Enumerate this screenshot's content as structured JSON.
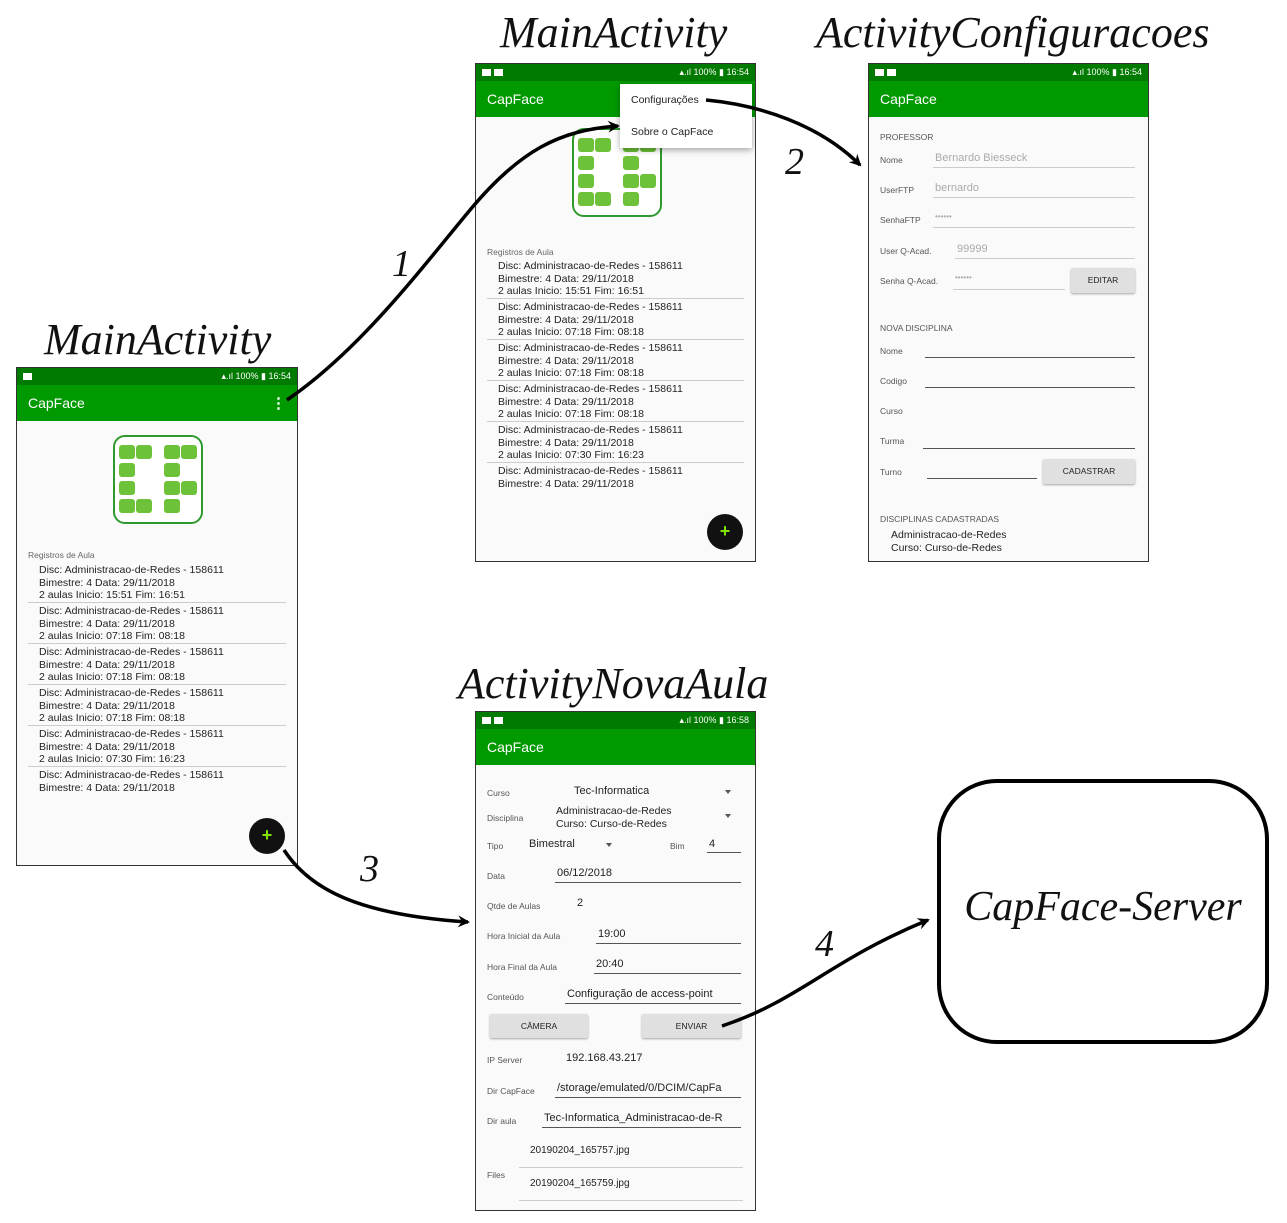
{
  "titles": {
    "main_left": "MainActivity",
    "main_top": "MainActivity",
    "config": "ActivityConfiguracoes",
    "nova_aula": "ActivityNovaAula"
  },
  "status": {
    "time_a": "16:54",
    "time_b": "16:58",
    "battery": "100%"
  },
  "app": {
    "title": "CapFace",
    "overflow_icon": "⋮",
    "fab_label": "+"
  },
  "main": {
    "list_caption": "Registros de Aula",
    "records": [
      {
        "l1": "Disc: Administracao-de-Redes  -  158611",
        "l2": "Bimestre: 4   Data: 29/11/2018",
        "l3": "2 aulas   Inicio: 15:51   Fim: 16:51"
      },
      {
        "l1": "Disc: Administracao-de-Redes  -  158611",
        "l2": "Bimestre: 4   Data: 29/11/2018",
        "l3": "2 aulas   Inicio: 07:18   Fim: 08:18"
      },
      {
        "l1": "Disc: Administracao-de-Redes  -  158611",
        "l2": "Bimestre: 4   Data: 29/11/2018",
        "l3": "2 aulas   Inicio: 07:18   Fim: 08:18"
      },
      {
        "l1": "Disc: Administracao-de-Redes  -  158611",
        "l2": "Bimestre: 4   Data: 29/11/2018",
        "l3": "2 aulas   Inicio: 07:18   Fim: 08:18"
      },
      {
        "l1": "Disc: Administracao-de-Redes  -  158611",
        "l2": "Bimestre: 4   Data: 29/11/2018",
        "l3": "2 aulas   Inicio: 07:30   Fim: 16:23"
      },
      {
        "l1": "Disc: Administracao-de-Redes  -  158611",
        "l2": "Bimestre: 4   Data: 29/11/2018",
        "l3": ""
      }
    ]
  },
  "menu": {
    "item1": "Configurações",
    "item2": "Sobre o CapFace"
  },
  "config": {
    "professor_header": "PROFESSOR",
    "nome_label": "Nome",
    "nome_value": "Bernardo Biesseck",
    "userftp_label": "UserFTP",
    "userftp_value": "bernardo",
    "senhaftp_label": "SenhaFTP",
    "senhaftp_value": "••••••",
    "userq_label": "User Q-Acad.",
    "userq_value": "99999",
    "senhaq_label": "Senha Q-Acad.",
    "senhaq_value": "••••••",
    "editar_button": "EDITAR",
    "nova_header": "NOVA DISCIPLINA",
    "n_nome_label": "Nome",
    "n_codigo_label": "Codigo",
    "n_curso_label": "Curso",
    "n_turma_label": "Turma",
    "n_turno_label": "Turno",
    "cadastrar_button": "CADASTRAR",
    "cadastradas_header": "DISCIPLINAS CADASTRADAS",
    "cad_line1": "Administracao-de-Redes",
    "cad_line2": "Curso: Curso-de-Redes"
  },
  "nova": {
    "curso_label": "Curso",
    "curso_value": "Tec-Informatica",
    "disciplina_label": "Disciplina",
    "disciplina_value1": "Administracao-de-Redes",
    "disciplina_value2": "Curso: Curso-de-Redes",
    "tipo_label": "Tipo",
    "tipo_value": "Bimestral",
    "bim_label": "Bim",
    "bim_value": "4",
    "data_label": "Data",
    "data_value": "06/12/2018",
    "qtde_label": "Qtde de Aulas",
    "qtde_value": "2",
    "hora_ini_label": "Hora Inicial da Aula",
    "hora_ini_value": "19:00",
    "hora_fim_label": "Hora Final da Aula",
    "hora_fim_value": "20:40",
    "conteudo_label": "Conteúdo",
    "conteudo_value": "Configuração de access-point",
    "camera_button": "CÂMERA",
    "enviar_button": "ENVIAR",
    "ip_label": "IP Server",
    "ip_value": "192.168.43.217",
    "dircap_label": "Dir CapFace",
    "dircap_value": "/storage/emulated/0/DCIM/CapFa",
    "diraula_label": "Dir aula",
    "diraula_value": "Tec-Informatica_Administracao-de-R",
    "files_label": "Files",
    "file1": "20190204_165757.jpg",
    "file2": "20190204_165759.jpg"
  },
  "server": {
    "label": "CapFace-Server"
  },
  "steps": {
    "s1": "1",
    "s2": "2",
    "s3": "3",
    "s4": "4"
  }
}
